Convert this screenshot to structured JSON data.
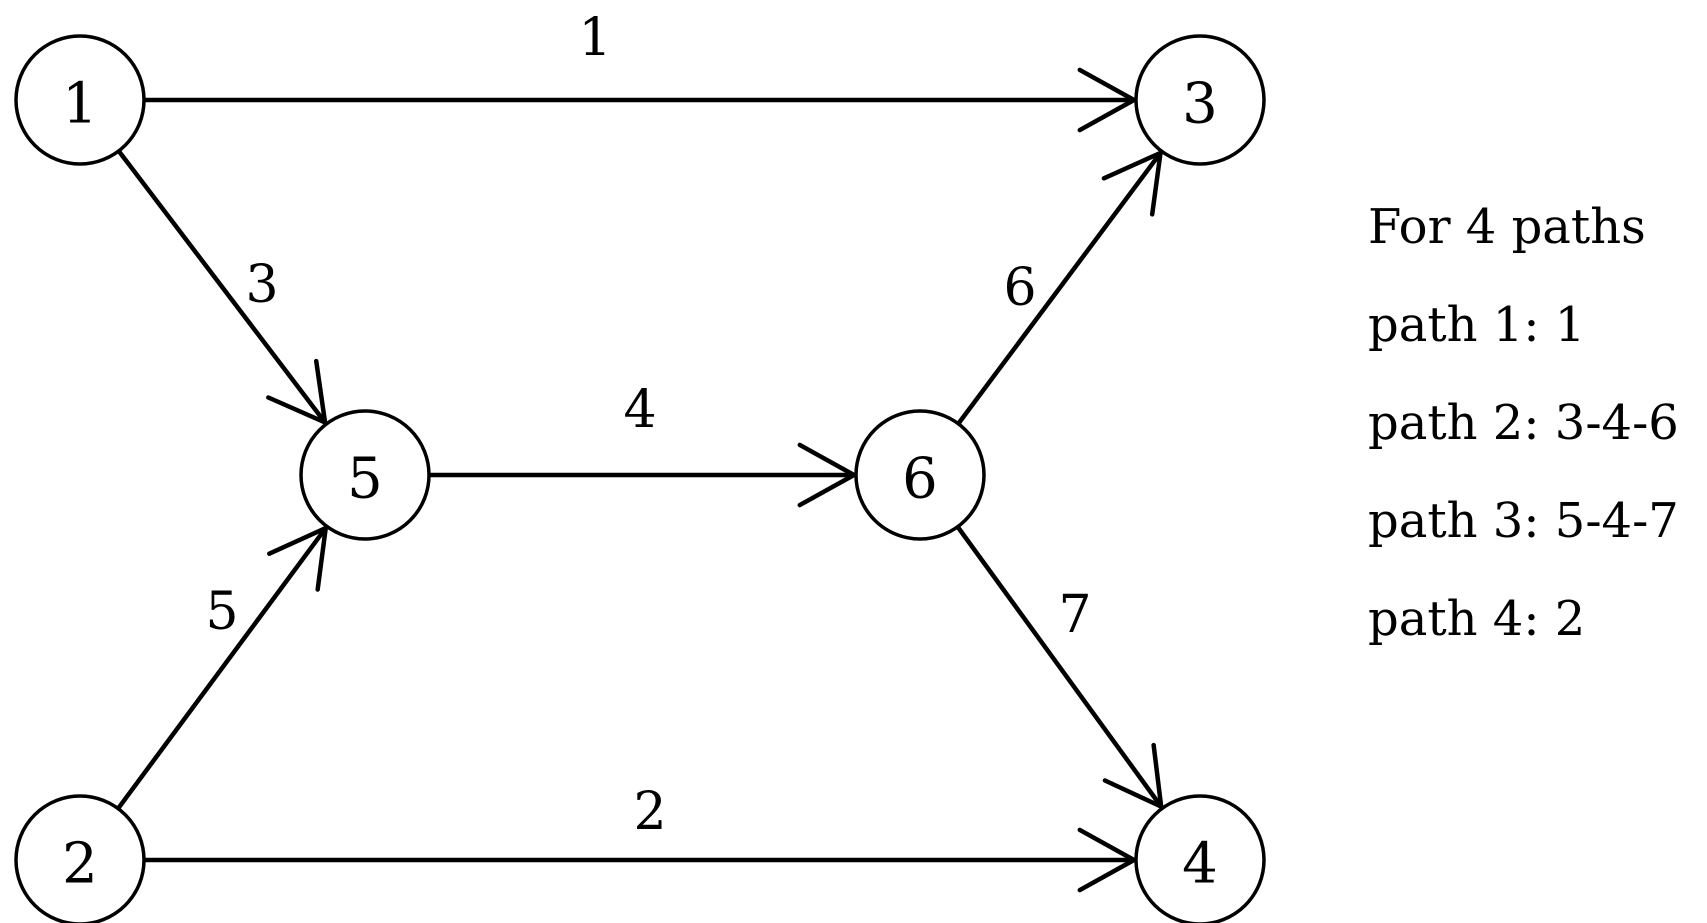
{
  "nodes": [
    {
      "id": "1",
      "label": "1"
    },
    {
      "id": "2",
      "label": "2"
    },
    {
      "id": "3",
      "label": "3"
    },
    {
      "id": "4",
      "label": "4"
    },
    {
      "id": "5",
      "label": "5"
    },
    {
      "id": "6",
      "label": "6"
    }
  ],
  "edges": [
    {
      "from": "1",
      "to": "3",
      "label": "1"
    },
    {
      "from": "1",
      "to": "5",
      "label": "3"
    },
    {
      "from": "5",
      "to": "6",
      "label": "4"
    },
    {
      "from": "6",
      "to": "3",
      "label": "6"
    },
    {
      "from": "2",
      "to": "5",
      "label": "5"
    },
    {
      "from": "6",
      "to": "4",
      "label": "7"
    },
    {
      "from": "2",
      "to": "4",
      "label": "2"
    }
  ],
  "legend": {
    "heading": "For 4 paths",
    "paths": [
      "path 1: 1",
      "path 2: 3-4-6",
      "path 3: 5-4-7",
      "path 4: 2"
    ]
  }
}
